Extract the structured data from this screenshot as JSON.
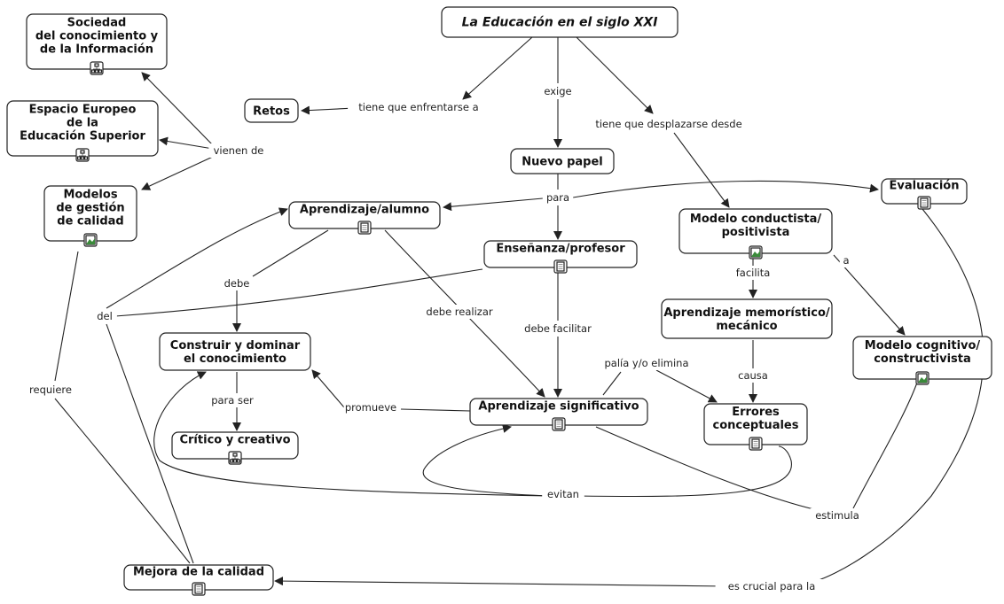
{
  "map": {
    "nodes": [
      {
        "id": "title",
        "lines": [
          "La  Educación en el siglo XXI"
        ],
        "icon": ""
      },
      {
        "id": "sociedad",
        "lines": [
          "Sociedad",
          "del conocimiento y",
          "de la Información"
        ],
        "icon": "concept-map-icon"
      },
      {
        "id": "espacio",
        "lines": [
          "Espacio Europeo",
          "de la",
          "Educación Superior"
        ],
        "icon": "concept-map-icon"
      },
      {
        "id": "modelos",
        "lines": [
          "Modelos",
          "de gestión",
          "de calidad"
        ],
        "icon": "image-icon"
      },
      {
        "id": "retos",
        "lines": [
          "Retos"
        ],
        "icon": ""
      },
      {
        "id": "nuevo",
        "lines": [
          "Nuevo papel"
        ],
        "icon": ""
      },
      {
        "id": "aprendizaje_alumno",
        "lines": [
          "Aprendizaje/alumno"
        ],
        "icon": "document-icon"
      },
      {
        "id": "ensenanza",
        "lines": [
          "Enseñanza/profesor"
        ],
        "icon": "document-icon"
      },
      {
        "id": "evaluacion",
        "lines": [
          "Evaluación"
        ],
        "icon": "document-icon"
      },
      {
        "id": "conductista",
        "lines": [
          "Modelo conductista/",
          "positivista"
        ],
        "icon": "image-icon"
      },
      {
        "id": "memoristico",
        "lines": [
          "Aprendizaje memorístico/",
          "mecánico"
        ],
        "icon": ""
      },
      {
        "id": "cognitivo",
        "lines": [
          "Modelo cognitivo/",
          "constructivista"
        ],
        "icon": "image-icon"
      },
      {
        "id": "construir",
        "lines": [
          "Construir y dominar",
          "el conocimiento"
        ],
        "icon": ""
      },
      {
        "id": "significativo",
        "lines": [
          "Aprendizaje significativo"
        ],
        "icon": "document-icon"
      },
      {
        "id": "errores",
        "lines": [
          "Errores",
          "conceptuales"
        ],
        "icon": "document-icon"
      },
      {
        "id": "critico",
        "lines": [
          "Crítico y creativo"
        ],
        "icon": "concept-map-icon"
      },
      {
        "id": "mejora",
        "lines": [
          "Mejora de la calidad"
        ],
        "icon": "document-icon"
      }
    ],
    "link_labels": [
      {
        "id": "exige",
        "text": "exige"
      },
      {
        "id": "tiene_enfrentarse",
        "text": "tiene que enfrentarse a"
      },
      {
        "id": "tiene_desplazarse",
        "text": "tiene que desplazarse desde"
      },
      {
        "id": "vienen_de",
        "text": "vienen de"
      },
      {
        "id": "para",
        "text": "para"
      },
      {
        "id": "debe",
        "text": "debe"
      },
      {
        "id": "del",
        "text": "del"
      },
      {
        "id": "debe_realizar",
        "text": "debe realizar"
      },
      {
        "id": "debe_facilitar",
        "text": "debe facilitar"
      },
      {
        "id": "facilita",
        "text": "facilita"
      },
      {
        "id": "a",
        "text": "a"
      },
      {
        "id": "causa",
        "text": "causa"
      },
      {
        "id": "palia",
        "text": "palía y/o elimina"
      },
      {
        "id": "para_ser",
        "text": "para ser"
      },
      {
        "id": "promueve",
        "text": "promueve"
      },
      {
        "id": "requiere",
        "text": "requiere"
      },
      {
        "id": "evitan",
        "text": "evitan"
      },
      {
        "id": "estimula",
        "text": "estimula"
      },
      {
        "id": "es_crucial",
        "text": "es crucial para la"
      }
    ]
  }
}
